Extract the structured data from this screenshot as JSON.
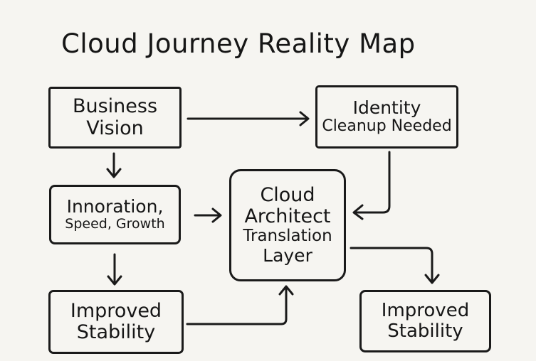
{
  "title": "Cloud Journey Reality Map",
  "style": {
    "background": "#f6f5f1",
    "ink": "#1a1a1a"
  },
  "nodes": [
    {
      "id": "business-vision",
      "lines": [
        "Business",
        "Vision"
      ]
    },
    {
      "id": "identity-cleanup",
      "lines": [
        "Identity",
        "Cleanup Needed"
      ]
    },
    {
      "id": "innovation-speed-growth",
      "lines": [
        "Innoration,",
        "Speed, Growth"
      ]
    },
    {
      "id": "cloud-architect",
      "lines": [
        "Cloud",
        "Architect",
        "Translation",
        "Layer"
      ]
    },
    {
      "id": "improved-stability-left",
      "lines": [
        "Improved",
        "Stability"
      ]
    },
    {
      "id": "improved-stability-right",
      "lines": [
        "Improved",
        "Stability"
      ]
    }
  ],
  "edges": [
    {
      "from": "business-vision",
      "to": "identity-cleanup"
    },
    {
      "from": "business-vision",
      "to": "innovation-speed-growth"
    },
    {
      "from": "innovation-speed-growth",
      "to": "improved-stability-left"
    },
    {
      "from": "innovation-speed-growth",
      "to": "cloud-architect"
    },
    {
      "from": "identity-cleanup",
      "to": "cloud-architect"
    },
    {
      "from": "improved-stability-left",
      "to": "cloud-architect"
    },
    {
      "from": "cloud-architect",
      "to": "improved-stability-right"
    }
  ]
}
